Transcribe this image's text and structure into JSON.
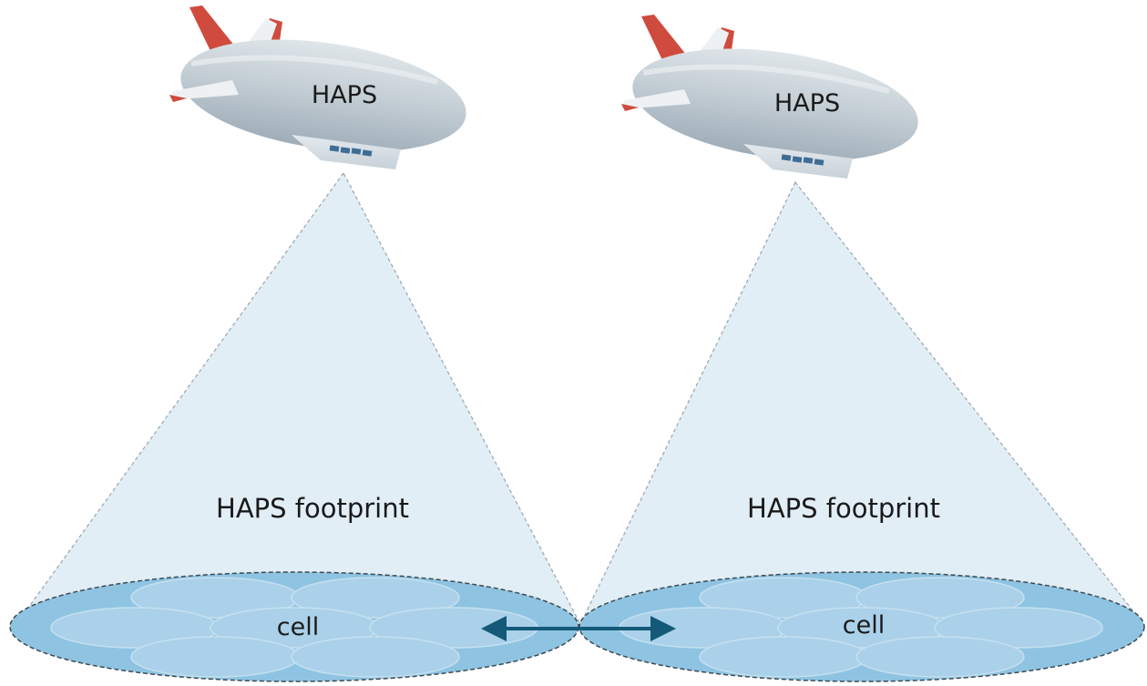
{
  "diagram": {
    "nodes": [
      {
        "id": "left",
        "platform_label": "HAPS",
        "footprint_label": "HAPS footprint",
        "cell_label": "cell"
      },
      {
        "id": "right",
        "platform_label": "HAPS",
        "footprint_label": "HAPS footprint",
        "cell_label": "cell"
      }
    ],
    "link": {
      "type": "bidirectional",
      "between": [
        "left",
        "right"
      ]
    },
    "colors": {
      "cone_fill": "#e1eef6",
      "footprint_fill": "#8ec4e2",
      "cell_fill": "#acd2ea",
      "arrow": "#145a78",
      "airship_body": "#c3ced6",
      "airship_fin_red": "#cf4b3e",
      "airship_fin_white": "#eef1f3"
    }
  }
}
